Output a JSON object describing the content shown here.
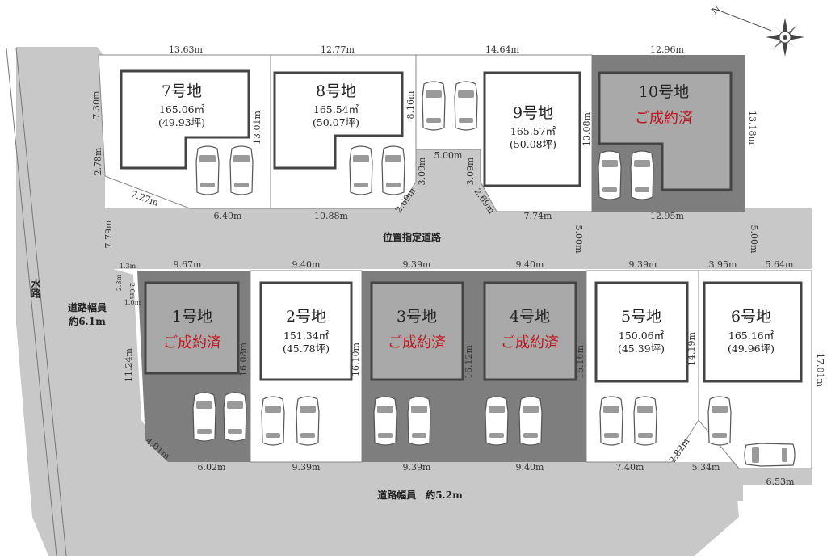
{
  "compass": {
    "north_label": "N",
    "icon": "compass-rose-icon"
  },
  "colors": {
    "road": "#c8c8c8",
    "lot_white": "#ffffff",
    "lot_sold_outer": "#7e7e7e",
    "lot_sold_inner": "#a9a9a9",
    "sold_text": "#c0161f"
  },
  "roads": {
    "private_road": "位置指定道路",
    "west_road_label": "道路幅員",
    "west_road_width": "約6.1m",
    "south_road": "道路幅員　約5.2m",
    "waterway": "水路"
  },
  "lots": [
    {
      "id": "7",
      "name": "7号地",
      "area": "165.06㎡",
      "tsubo": "(49.93坪)",
      "sold": false
    },
    {
      "id": "8",
      "name": "8号地",
      "area": "165.54㎡",
      "tsubo": "(50.07坪)",
      "sold": false
    },
    {
      "id": "9",
      "name": "9号地",
      "area": "165.57㎡",
      "tsubo": "(50.08坪)",
      "sold": false
    },
    {
      "id": "10",
      "name": "10号地",
      "sold_label": "ご成約済",
      "sold": true
    },
    {
      "id": "1",
      "name": "1号地",
      "sold_label": "ご成約済",
      "sold": true
    },
    {
      "id": "2",
      "name": "2号地",
      "area": "151.34㎡",
      "tsubo": "(45.78坪)",
      "sold": false
    },
    {
      "id": "3",
      "name": "3号地",
      "sold_label": "ご成約済",
      "sold": true
    },
    {
      "id": "4",
      "name": "4号地",
      "sold_label": "ご成約済",
      "sold": true
    },
    {
      "id": "5",
      "name": "5号地",
      "area": "150.06㎡",
      "tsubo": "(45.39坪)",
      "sold": false
    },
    {
      "id": "6",
      "name": "6号地",
      "area": "165.16㎡",
      "tsubo": "(49.96坪)",
      "sold": false
    }
  ],
  "dimensions": {
    "top_7": "13.63m",
    "top_8": "12.77m",
    "top_9": "14.64m",
    "top_10": "12.96m",
    "left_7": "7.30m",
    "left_278": "2.78m",
    "diag_727": "7.27m",
    "bottom_7": "6.49m",
    "right_7": "13.01m",
    "bottom_8": "10.88m",
    "diag_8": "2.69m",
    "side_8": "3.09m",
    "left_9": "8.16m",
    "cul_de_sac": "5.00m",
    "side_9": "3.09m",
    "diag_9": "2.69m",
    "bottom_9": "7.74m",
    "right_9": "13.08m",
    "bottom_10": "12.95m",
    "right_10": "13.18m",
    "road_v": "5.00m",
    "road_right": "5.00m",
    "left_779": "7.79m",
    "small_13": "1.3m",
    "small_23": "2.3m",
    "small_diag": "2.0m",
    "small_10": "1.0m",
    "top_1": "9.67m",
    "top_2": "9.40m",
    "top_3": "9.39m",
    "top_4": "9.40m",
    "top_5": "9.39m",
    "top_395": "3.95m",
    "top_6": "5.64m",
    "left_1": "11.24m",
    "diag_1": "4.01m",
    "bottom_1": "6.02m",
    "side_1": "16.08m",
    "bottom_2": "9.39m",
    "side_2": "16.10m",
    "bottom_3": "9.39m",
    "side_3": "16.12m",
    "bottom_4": "9.40m",
    "side_4": "16.16m",
    "bottom_5": "7.40m",
    "diag_5": "2.82m",
    "side_5": "14.19m",
    "bottom_6": "5.34m",
    "bottom_653": "6.53m",
    "right_6": "17.01m"
  }
}
